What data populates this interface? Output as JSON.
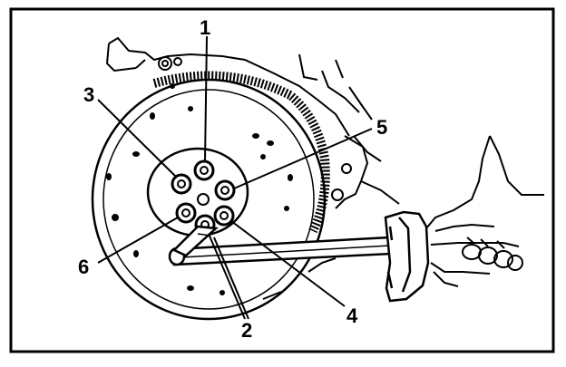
{
  "diagram": {
    "labels": {
      "l1": "1",
      "l2": "2",
      "l3": "3",
      "l4": "4",
      "l5": "5",
      "l6": "6"
    },
    "colors": {
      "ink": "#000000",
      "paper": "#ffffff"
    }
  }
}
